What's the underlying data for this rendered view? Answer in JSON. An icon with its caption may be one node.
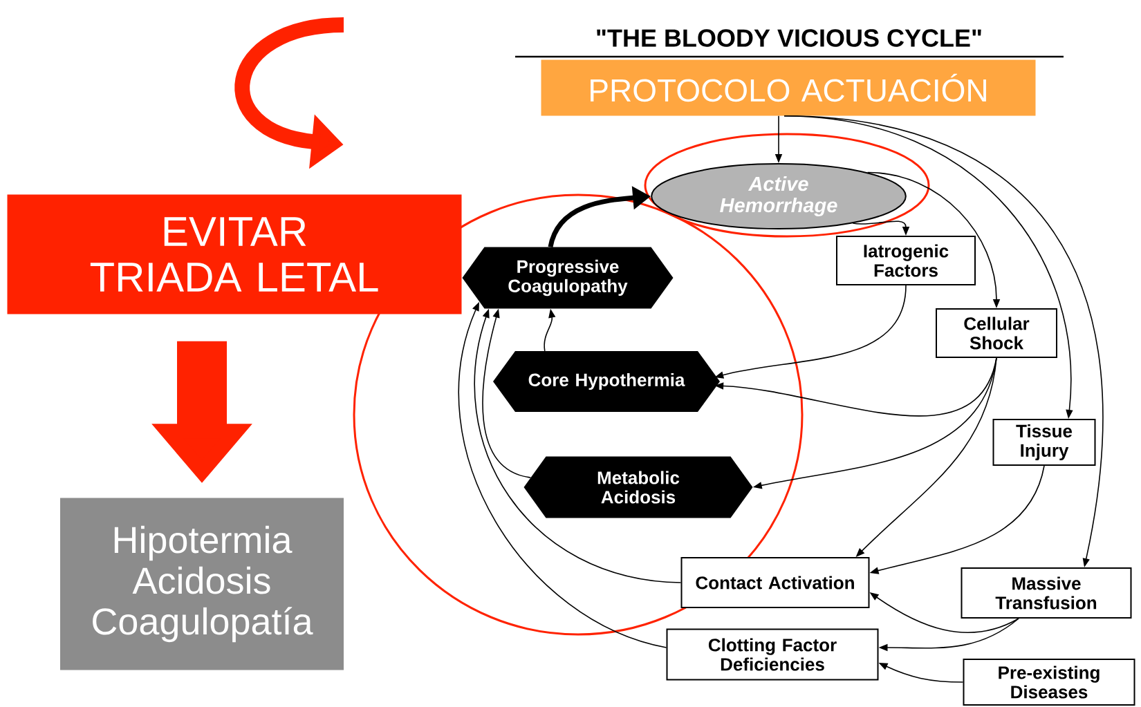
{
  "diagram": {
    "title": "\"THE BLOODY VICIOUS CYCLE\"",
    "nodes": [
      {
        "text": [
          "EVITAR TRIADA LETAL"
        ]
      },
      {
        "text": [
          "Hipotermia Acidosis Coagulopatía"
        ]
      },
      {
        "text": [
          "PROTOCOLO ACTUACIÓN"
        ]
      },
      {
        "text": [
          "Active Hemorrhage"
        ]
      },
      {
        "text": [
          "Progressive Coagulopathy"
        ]
      },
      {
        "text": [
          "Core Hypothermia"
        ]
      },
      {
        "text": [
          "Metabolic Acidosis"
        ]
      },
      {
        "text": [
          "Iatrogenic Factors"
        ]
      },
      {
        "text": [
          "Cellular Shock"
        ]
      },
      {
        "text": [
          "Tissue Injury"
        ]
      },
      {
        "text": [
          "Contact Activation"
        ]
      },
      {
        "text": [
          "Massive Transfusion"
        ]
      },
      {
        "text": [
          "Clotting Factor Deficiencies"
        ]
      },
      {
        "text": [
          "Pre-existing Diseases"
        ]
      }
    ],
    "edges": [
      {
        "from": null,
        "to": 0,
        "arrow": "to",
        "style": "thick",
        "color": "#ff2200"
      },
      {
        "from": 0,
        "to": 1,
        "arrow": "to",
        "style": "thick",
        "color": "#ff2200"
      },
      {
        "from": 2,
        "to": 3,
        "arrow": "to"
      },
      {
        "from": 2,
        "to": 9,
        "arrow": "to"
      },
      {
        "from": 2,
        "to": 11,
        "arrow": "to"
      },
      {
        "from": 3,
        "to": 7,
        "arrow": "to"
      },
      {
        "from": 3,
        "to": 8,
        "arrow": "to"
      },
      {
        "from": 4,
        "to": 3,
        "arrow": "to",
        "style": "thick"
      },
      {
        "from": 5,
        "to": 4,
        "arrow": "to"
      },
      {
        "from": 6,
        "to": 4,
        "arrow": "to"
      },
      {
        "from": 10,
        "to": 4,
        "arrow": "to"
      },
      {
        "from": 12,
        "to": 4,
        "arrow": "to"
      },
      {
        "from": 7,
        "to": 5,
        "arrow": "to"
      },
      {
        "from": 8,
        "to": 5,
        "arrow": "to"
      },
      {
        "from": 8,
        "to": 6,
        "arrow": "to"
      },
      {
        "from": 8,
        "to": 10,
        "arrow": "to"
      },
      {
        "from": 9,
        "to": 10,
        "arrow": "to"
      },
      {
        "from": 11,
        "to": 10,
        "arrow": "to"
      },
      {
        "from": 11,
        "to": 12,
        "arrow": "to"
      },
      {
        "from": 13,
        "to": 12,
        "arrow": "to"
      }
    ]
  }
}
